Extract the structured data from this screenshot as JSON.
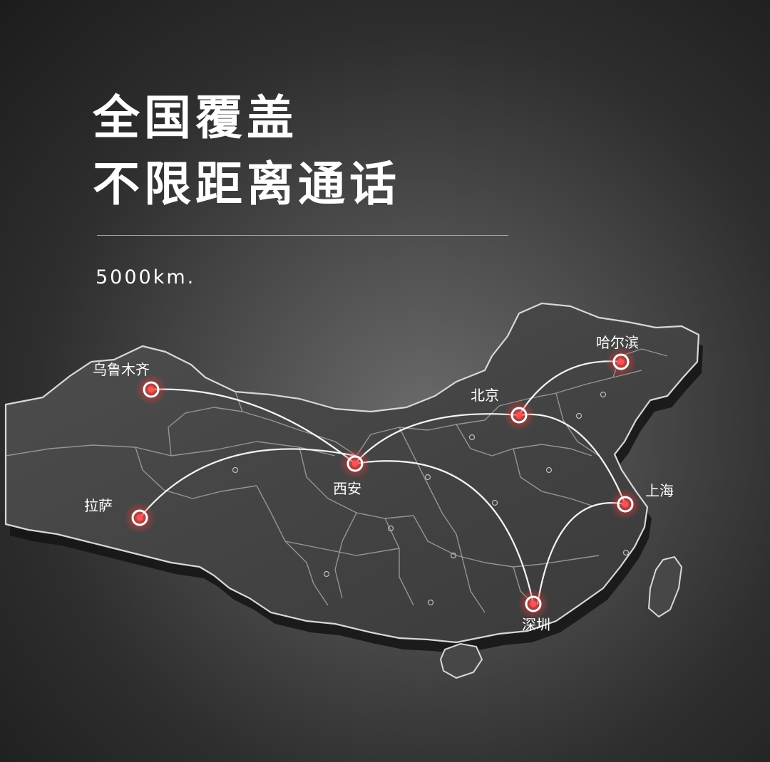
{
  "headline": {
    "line1": "全国覆盖",
    "line2": "不限距离通话"
  },
  "distance_label": "5000km.",
  "colors": {
    "background": "#2e2e2e",
    "map_fill": "#474747",
    "map_border": "#d0d0d0",
    "route": "#ffffff",
    "city_marker": "#e23a3a"
  },
  "cities": [
    {
      "id": "urumqi",
      "name": "乌鲁木齐"
    },
    {
      "id": "harbin",
      "name": "哈尔滨"
    },
    {
      "id": "beijing",
      "name": "北京"
    },
    {
      "id": "xian",
      "name": "西安"
    },
    {
      "id": "lhasa",
      "name": "拉萨"
    },
    {
      "id": "shanghai",
      "name": "上海"
    },
    {
      "id": "shenzhen",
      "name": "深圳"
    }
  ],
  "routes": [
    {
      "from": "urumqi",
      "to": "xian"
    },
    {
      "from": "lhasa",
      "to": "xian"
    },
    {
      "from": "xian",
      "to": "beijing"
    },
    {
      "from": "xian",
      "to": "shenzhen"
    },
    {
      "from": "beijing",
      "to": "harbin"
    },
    {
      "from": "beijing",
      "to": "shanghai"
    },
    {
      "from": "shanghai",
      "to": "shenzhen"
    }
  ]
}
